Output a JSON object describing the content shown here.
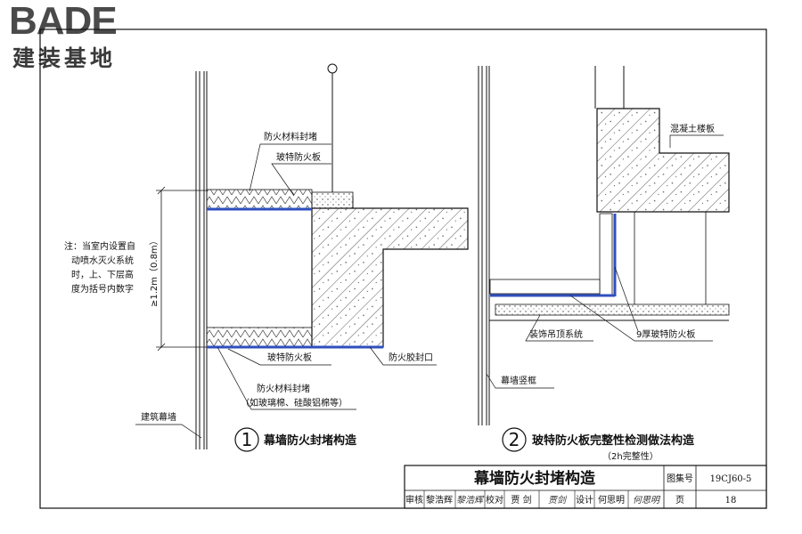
{
  "logo": {
    "brand": "BADE",
    "subtitle": "建装基地"
  },
  "left_detail": {
    "number": "1",
    "title": "幕墙防火封堵构造",
    "label_firestop_top": "防火材料封堵",
    "label_board_top": "玻特防火板",
    "label_board_bottom": "玻特防火板",
    "label_sealant": "防火胶封口",
    "label_firestop_bottom": "防火材料封堵",
    "label_firestop_note": "（如玻璃棉、硅酸铝棉等）",
    "label_curtain_wall": "建筑幕墙",
    "dimension": "≥1.2m（0.8m）",
    "note_lines": [
      "注：当室内设置自",
      "动喷水灭火系统",
      "时，上、下层高",
      "度为括号内数字"
    ]
  },
  "right_detail": {
    "number": "2",
    "title": "玻特防火板完整性检测做法构造",
    "subtitle": "（2h完整性）",
    "label_slab": "混凝土楼板",
    "label_ceiling": "装饰吊顶系统",
    "label_board": "9厚玻特防火板",
    "label_mullion": "幕墙竖框"
  },
  "title_block": {
    "title": "幕墙防火封堵构造",
    "atlas_label": "图集号",
    "atlas_no": "19CJ60-5",
    "review_label": "审核",
    "reviewer": "黎浩辉",
    "reviewer_sig": "黎浩辉",
    "check_label": "校对",
    "checker": "贾 剑",
    "checker_sig": "贾剑",
    "design_label": "设计",
    "designer": "何思明",
    "designer_sig": "何思明",
    "page_label": "页",
    "page_no": "18"
  },
  "colors": {
    "fire_board": "#2f4fbf",
    "line": "#111111",
    "logo": "#4a4a4a"
  }
}
